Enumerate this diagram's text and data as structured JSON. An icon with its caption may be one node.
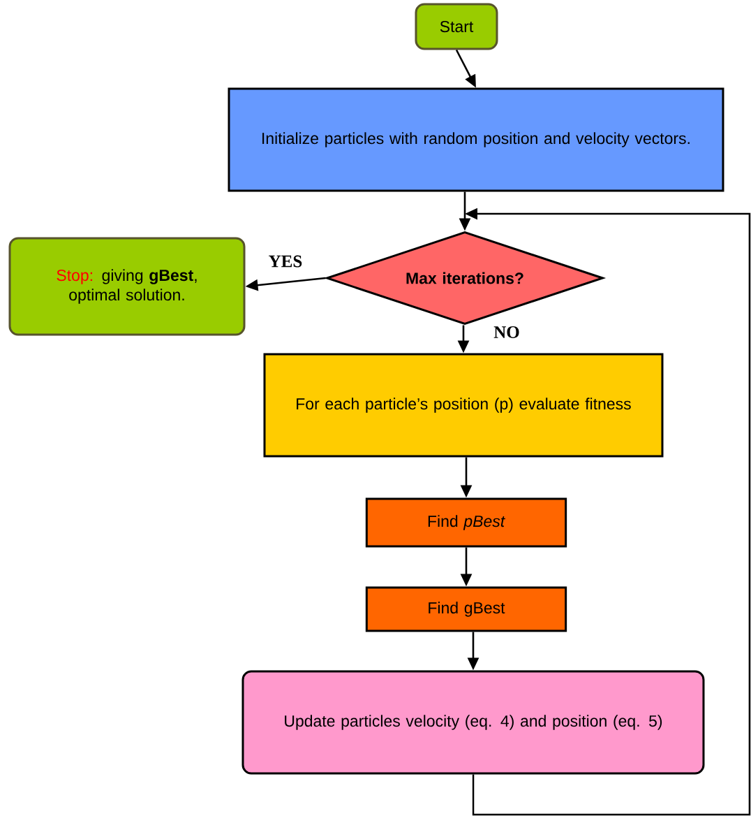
{
  "diagram": {
    "nodes": [
      {
        "text": [
          "Start"
        ]
      },
      {
        "text": [
          "Initialize particles with random position and velocity vectors."
        ]
      },
      {
        "text": [
          "Max iterations?"
        ]
      },
      {
        "text": [
          "Stop:",
          "giving **gBest**, optimal solution."
        ]
      },
      {
        "text": [
          "For each particle’s position (p) evaluate fitness"
        ]
      },
      {
        "text": [
          "Find *pBest*"
        ]
      },
      {
        "text": [
          "Find gBest"
        ]
      },
      {
        "text": [
          "Update particles velocity (eq. 4) and position (eq. 5)"
        ]
      }
    ],
    "edges": [
      {
        "from": 0,
        "to": 1,
        "arrow": "to"
      },
      {
        "from": 1,
        "to": 2,
        "arrow": "to"
      },
      {
        "from": 2,
        "to": 3,
        "arrow": "to",
        "label": "YES"
      },
      {
        "from": 2,
        "to": 4,
        "arrow": "to",
        "label": "NO"
      },
      {
        "from": 4,
        "to": 5,
        "arrow": "to"
      },
      {
        "from": 5,
        "to": 6,
        "arrow": "to"
      },
      {
        "from": 6,
        "to": 7,
        "arrow": "to"
      },
      {
        "from": 7,
        "to": 2,
        "arrow": "to"
      }
    ]
  }
}
